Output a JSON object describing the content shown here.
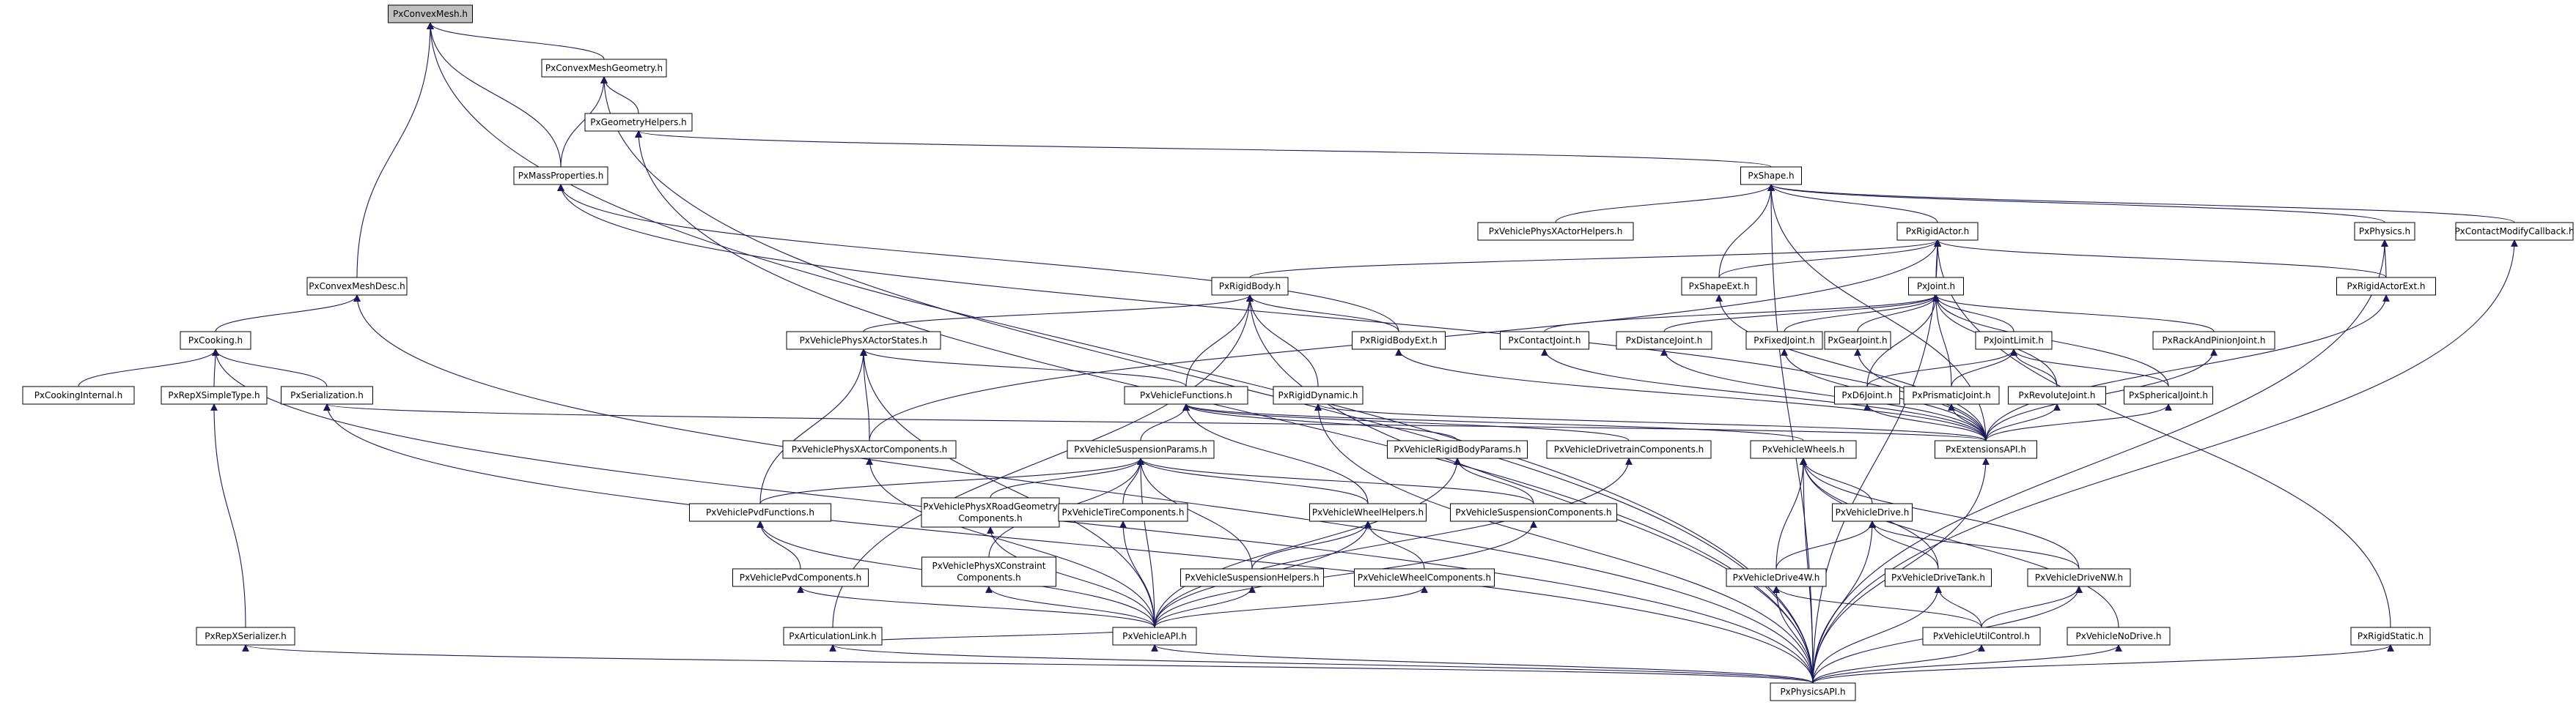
{
  "diagram": {
    "root": "PxConvexMesh.h",
    "nodes": [
      {
        "id": "convexmesh",
        "label": "PxConvexMesh.h",
        "root": true
      },
      {
        "id": "cmgeom",
        "label": "PxConvexMeshGeometry.h"
      },
      {
        "id": "geomhelpers",
        "label": "PxGeometryHelpers.h"
      },
      {
        "id": "massprops",
        "label": "PxMassProperties.h"
      },
      {
        "id": "shape",
        "label": "PxShape.h"
      },
      {
        "id": "vpactorhelpers",
        "label": "PxVehiclePhysXActorHelpers.h"
      },
      {
        "id": "rigidactor",
        "label": "PxRigidActor.h"
      },
      {
        "id": "physics",
        "label": "PxPhysics.h"
      },
      {
        "id": "contactmodcb",
        "label": "PxContactModifyCallback.h"
      },
      {
        "id": "cmdesc",
        "label": "PxConvexMeshDesc.h"
      },
      {
        "id": "rigidbody",
        "label": "PxRigidBody.h"
      },
      {
        "id": "shapeext",
        "label": "PxShapeExt.h"
      },
      {
        "id": "joint",
        "label": "PxJoint.h"
      },
      {
        "id": "rigidactorext",
        "label": "PxRigidActorExt.h"
      },
      {
        "id": "cooking",
        "label": "PxCooking.h"
      },
      {
        "id": "vpactorstates",
        "label": "PxVehiclePhysXActorStates.h"
      },
      {
        "id": "rigidbodyext",
        "label": "PxRigidBodyExt.h"
      },
      {
        "id": "contactjoint",
        "label": "PxContactJoint.h"
      },
      {
        "id": "distancejoint",
        "label": "PxDistanceJoint.h"
      },
      {
        "id": "fixedjoint",
        "label": "PxFixedJoint.h"
      },
      {
        "id": "gearjoint",
        "label": "PxGearJoint.h"
      },
      {
        "id": "jointlimit",
        "label": "PxJointLimit.h"
      },
      {
        "id": "rackjoint",
        "label": "PxRackAndPinionJoint.h"
      },
      {
        "id": "cookinginternal",
        "label": "PxCookingInternal.h"
      },
      {
        "id": "repxsimple",
        "label": "PxRepXSimpleType.h"
      },
      {
        "id": "serialization",
        "label": "PxSerialization.h"
      },
      {
        "id": "vfunctions",
        "label": "PxVehicleFunctions.h"
      },
      {
        "id": "rigiddynamic",
        "label": "PxRigidDynamic.h"
      },
      {
        "id": "d6joint",
        "label": "PxD6Joint.h"
      },
      {
        "id": "prismatic",
        "label": "PxPrismaticJoint.h"
      },
      {
        "id": "revolute",
        "label": "PxRevoluteJoint.h"
      },
      {
        "id": "spherical",
        "label": "PxSphericalJoint.h"
      },
      {
        "id": "vpactorcomps",
        "label": "PxVehiclePhysXActorComponents.h"
      },
      {
        "id": "vsuspparams",
        "label": "PxVehicleSuspensionParams.h"
      },
      {
        "id": "vrigidbodyparams",
        "label": "PxVehicleRigidBodyParams.h"
      },
      {
        "id": "vdrivetraincomps",
        "label": "PxVehicleDrivetrainComponents.h"
      },
      {
        "id": "vwheels",
        "label": "PxVehicleWheels.h"
      },
      {
        "id": "extapi",
        "label": "PxExtensionsAPI.h"
      },
      {
        "id": "vpvdfunctions",
        "label": "PxVehiclePvdFunctions.h"
      },
      {
        "id": "vproadgeom",
        "label": "PxVehiclePhysXRoadGeometry Components.h"
      },
      {
        "id": "vtirecomps",
        "label": "PxVehicleTireComponents.h"
      },
      {
        "id": "vwheelhelpers",
        "label": "PxVehicleWheelHelpers.h"
      },
      {
        "id": "vsuspcomps",
        "label": "PxVehicleSuspensionComponents.h"
      },
      {
        "id": "vdrive",
        "label": "PxVehicleDrive.h"
      },
      {
        "id": "vpvdcomps",
        "label": "PxVehiclePvdComponents.h"
      },
      {
        "id": "vpconstraint",
        "label": "PxVehiclePhysXConstraint Components.h"
      },
      {
        "id": "vsusphelpers",
        "label": "PxVehicleSuspensionHelpers.h"
      },
      {
        "id": "vwheelcomps",
        "label": "PxVehicleWheelComponents.h"
      },
      {
        "id": "vdrive4w",
        "label": "PxVehicleDrive4W.h"
      },
      {
        "id": "vdrivetank",
        "label": "PxVehicleDriveTank.h"
      },
      {
        "id": "vdrivenw",
        "label": "PxVehicleDriveNW.h"
      },
      {
        "id": "repxserializer",
        "label": "PxRepXSerializer.h"
      },
      {
        "id": "artlink",
        "label": "PxArticulationLink.h"
      },
      {
        "id": "vapi",
        "label": "PxVehicleAPI.h"
      },
      {
        "id": "vutilcontrol",
        "label": "PxVehicleUtilControl.h"
      },
      {
        "id": "vnodrive",
        "label": "PxVehicleNoDrive.h"
      },
      {
        "id": "rigidstatic",
        "label": "PxRigidStatic.h"
      },
      {
        "id": "physicsapi",
        "label": "PxPhysicsAPI.h"
      }
    ],
    "edges": [
      [
        "convexmesh",
        "cmgeom"
      ],
      [
        "convexmesh",
        "massprops"
      ],
      [
        "convexmesh",
        "cmdesc"
      ],
      [
        "convexmesh",
        "physicsapi"
      ],
      [
        "cmgeom",
        "geomhelpers"
      ],
      [
        "cmgeom",
        "massprops"
      ],
      [
        "cmgeom",
        "physicsapi"
      ],
      [
        "geomhelpers",
        "shape"
      ],
      [
        "geomhelpers",
        "physicsapi"
      ],
      [
        "massprops",
        "rigidbodyext"
      ],
      [
        "massprops",
        "extapi"
      ],
      [
        "shape",
        "vpactorhelpers"
      ],
      [
        "shape",
        "rigidactor"
      ],
      [
        "shape",
        "physics"
      ],
      [
        "shape",
        "contactmodcb"
      ],
      [
        "shape",
        "shapeext"
      ],
      [
        "shape",
        "physicsapi"
      ],
      [
        "shape",
        "extapi"
      ],
      [
        "rigidactor",
        "rigidbody"
      ],
      [
        "rigidactor",
        "shapeext"
      ],
      [
        "rigidactor",
        "joint"
      ],
      [
        "rigidactor",
        "rigidactorext"
      ],
      [
        "rigidactor",
        "rigidstatic"
      ],
      [
        "rigidactor",
        "physicsapi"
      ],
      [
        "rigidactor",
        "vpactorcomps"
      ],
      [
        "physics",
        "rigidactorext"
      ],
      [
        "physics",
        "physicsapi"
      ],
      [
        "contactmodcb",
        "physicsapi"
      ],
      [
        "cmdesc",
        "cooking"
      ],
      [
        "cmdesc",
        "physicsapi"
      ],
      [
        "rigidbody",
        "vpactorstates"
      ],
      [
        "rigidbody",
        "rigidbodyext"
      ],
      [
        "rigidbody",
        "rigiddynamic"
      ],
      [
        "rigidbody",
        "vfunctions"
      ],
      [
        "rigidbody",
        "artlink"
      ],
      [
        "rigidbody",
        "physicsapi"
      ],
      [
        "shapeext",
        "extapi"
      ],
      [
        "rigidactorext",
        "extapi"
      ],
      [
        "rigidbodyext",
        "extapi"
      ],
      [
        "joint",
        "contactjoint"
      ],
      [
        "joint",
        "distancejoint"
      ],
      [
        "joint",
        "fixedjoint"
      ],
      [
        "joint",
        "gearjoint"
      ],
      [
        "joint",
        "jointlimit"
      ],
      [
        "joint",
        "rackjoint"
      ],
      [
        "joint",
        "d6joint"
      ],
      [
        "joint",
        "prismatic"
      ],
      [
        "joint",
        "revolute"
      ],
      [
        "joint",
        "spherical"
      ],
      [
        "contactjoint",
        "extapi"
      ],
      [
        "distancejoint",
        "extapi"
      ],
      [
        "fixedjoint",
        "extapi"
      ],
      [
        "gearjoint",
        "extapi"
      ],
      [
        "rackjoint",
        "extapi"
      ],
      [
        "jointlimit",
        "d6joint"
      ],
      [
        "jointlimit",
        "prismatic"
      ],
      [
        "jointlimit",
        "revolute"
      ],
      [
        "jointlimit",
        "spherical"
      ],
      [
        "d6joint",
        "extapi"
      ],
      [
        "prismatic",
        "extapi"
      ],
      [
        "revolute",
        "extapi"
      ],
      [
        "spherical",
        "extapi"
      ],
      [
        "cooking",
        "cookinginternal"
      ],
      [
        "cooking",
        "repxsimple"
      ],
      [
        "cooking",
        "serialization"
      ],
      [
        "cooking",
        "physicsapi"
      ],
      [
        "repxsimple",
        "repxserializer"
      ],
      [
        "serialization",
        "extapi"
      ],
      [
        "serialization",
        "physicsapi"
      ],
      [
        "vpactorstates",
        "vfunctions"
      ],
      [
        "vpactorstates",
        "vpactorcomps"
      ],
      [
        "vpactorstates",
        "vpvdfunctions"
      ],
      [
        "vpactorstates",
        "vapi"
      ],
      [
        "vfunctions",
        "vsuspparams"
      ],
      [
        "vfunctions",
        "vrigidbodyparams"
      ],
      [
        "vfunctions",
        "vdrivetraincomps"
      ],
      [
        "vfunctions",
        "vwheelhelpers"
      ],
      [
        "vfunctions",
        "vwheels"
      ],
      [
        "rigiddynamic",
        "extapi"
      ],
      [
        "rigiddynamic",
        "physicsapi"
      ],
      [
        "vpactorcomps",
        "vapi"
      ],
      [
        "vsuspparams",
        "vpvdfunctions"
      ],
      [
        "vsuspparams",
        "vproadgeom"
      ],
      [
        "vsuspparams",
        "vtirecomps"
      ],
      [
        "vsuspparams",
        "vwheelhelpers"
      ],
      [
        "vsuspparams",
        "vsuspcomps"
      ],
      [
        "vsuspparams",
        "vsusphelpers"
      ],
      [
        "vsuspparams",
        "vpconstraint"
      ],
      [
        "vsuspparams",
        "vapi"
      ],
      [
        "vrigidbodyparams",
        "vsuspcomps"
      ],
      [
        "vrigidbodyparams",
        "vapi"
      ],
      [
        "vdrivetraincomps",
        "vapi"
      ],
      [
        "vwheels",
        "vdrive"
      ],
      [
        "vwheels",
        "vdrive4w"
      ],
      [
        "vwheels",
        "vdrivetank"
      ],
      [
        "vwheels",
        "vdrivenw"
      ],
      [
        "vwheels",
        "vnodrive"
      ],
      [
        "vwheels",
        "physicsapi"
      ],
      [
        "vpvdfunctions",
        "vpvdcomps"
      ],
      [
        "vpvdfunctions",
        "vapi"
      ],
      [
        "vproadgeom",
        "vapi"
      ],
      [
        "vtirecomps",
        "vapi"
      ],
      [
        "vwheelhelpers",
        "vsusphelpers"
      ],
      [
        "vwheelhelpers",
        "vwheelcomps"
      ],
      [
        "vwheelhelpers",
        "vapi"
      ],
      [
        "vsuspcomps",
        "vapi"
      ],
      [
        "vdrive",
        "vdrive4w"
      ],
      [
        "vdrive",
        "vdrivetank"
      ],
      [
        "vdrive",
        "vdrivenw"
      ],
      [
        "vdrive",
        "physicsapi"
      ],
      [
        "vpvdcomps",
        "vapi"
      ],
      [
        "vpconstraint",
        "vapi"
      ],
      [
        "vsusphelpers",
        "vapi"
      ],
      [
        "vwheelcomps",
        "vapi"
      ],
      [
        "vdrive4w",
        "vutilcontrol"
      ],
      [
        "vdrive4w",
        "physicsapi"
      ],
      [
        "vdrivetank",
        "vutilcontrol"
      ],
      [
        "vdrivetank",
        "physicsapi"
      ],
      [
        "vdrivenw",
        "vutilcontrol"
      ],
      [
        "vdrivenw",
        "physicsapi"
      ],
      [
        "repxserializer",
        "physicsapi"
      ],
      [
        "artlink",
        "vapi"
      ],
      [
        "artlink",
        "physicsapi"
      ],
      [
        "vapi",
        "physicsapi"
      ],
      [
        "vutilcontrol",
        "physicsapi"
      ],
      [
        "vnodrive",
        "physicsapi"
      ],
      [
        "rigidstatic",
        "physicsapi"
      ],
      [
        "extapi",
        "physicsapi"
      ]
    ]
  }
}
